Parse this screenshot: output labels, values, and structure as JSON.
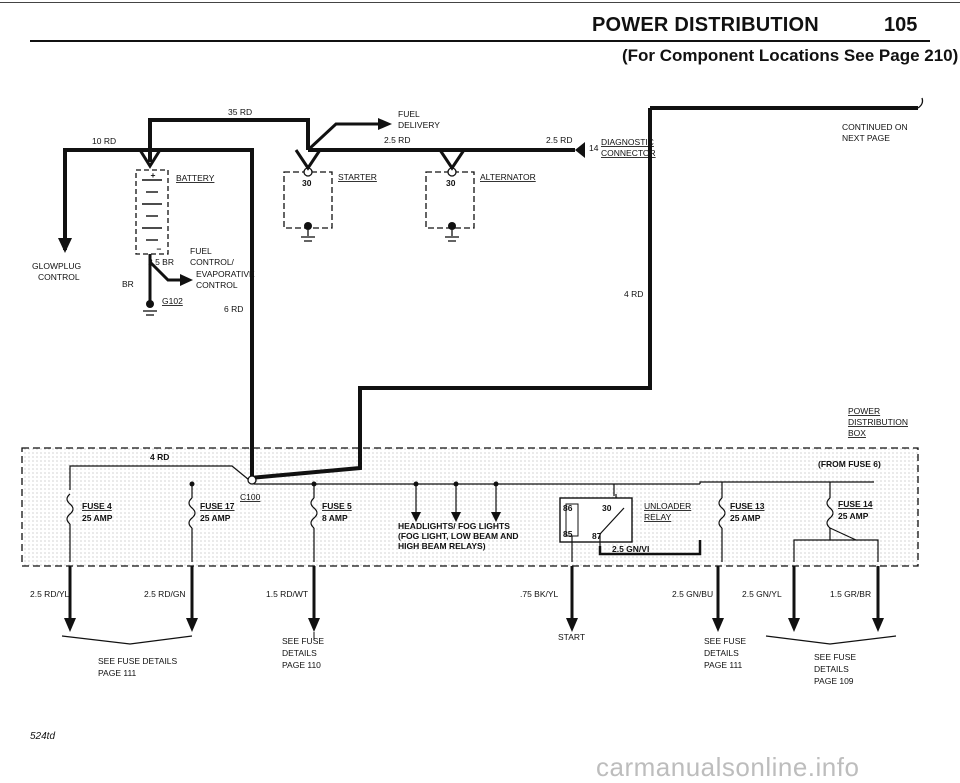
{
  "header": {
    "title": "POWER DISTRIBUTION",
    "page_number": "105",
    "subtitle": "(For Component Locations See Page 210)"
  },
  "labels": {
    "wire_35rd": "35 RD",
    "wire_10rd": "10 RD",
    "fuel_delivery_1": "FUEL",
    "fuel_delivery_2": "DELIVERY",
    "wire_25rd_a": "2.5 RD",
    "wire_25rd_b": "2.5 RD",
    "diag_pin": "14",
    "diag_1": "DIAGNOSTIC",
    "diag_2": "CONNECTOR",
    "continued_1": "CONTINUED ON",
    "continued_2": "NEXT PAGE",
    "battery": "BATTERY",
    "starter": "STARTER",
    "alternator": "ALTERNATOR",
    "pin30_starter": "30",
    "pin30_alt": "30",
    "glowplug_1": "GLOWPLUG",
    "glowplug_2": "CONTROL",
    "wire_25br": "2.5 BR",
    "br": "BR",
    "fuel_ctrl_1": "FUEL",
    "fuel_ctrl_2": "CONTROL/",
    "fuel_ctrl_3": "EVAPORATIVE",
    "fuel_ctrl_4": "CONTROL",
    "g102": "G102",
    "wire_6rd": "6 RD",
    "wire_4rd_right": "4 RD",
    "pdb_1": "POWER",
    "pdb_2": "DISTRIBUTION",
    "pdb_3": "BOX",
    "wire_4rd_box": "4 RD",
    "from_fuse6": "(FROM FUSE 6)",
    "c100": "C100",
    "headlights_1": "HEADLIGHTS/ FOG LIGHTS",
    "headlights_2": "(FOG LIGHT, LOW BEAM AND",
    "headlights_3": "HIGH BEAM RELAYS)",
    "unloader_1": "UNLOADER",
    "unloader_2": "RELAY",
    "relay_86": "86",
    "relay_30": "30",
    "relay_85": "85",
    "relay_87": "87",
    "wire_25gnvi": "2.5 GN/VI"
  },
  "fuses": [
    {
      "name": "FUSE 4",
      "amp": "25 AMP"
    },
    {
      "name": "FUSE 17",
      "amp": "25 AMP"
    },
    {
      "name": "FUSE 5",
      "amp": "8 AMP"
    },
    {
      "name": "FUSE 13",
      "amp": "25 AMP"
    },
    {
      "name": "FUSE 14",
      "amp": "25 AMP"
    }
  ],
  "output_wires": [
    "2.5 RD/YL",
    "2.5 RD/GN",
    "1.5 RD/WT",
    ".75 BK/YL",
    "2.5 GN/BU",
    "2.5 GN/YL",
    "1.5 GR/BR"
  ],
  "bottom_notes": {
    "fuse_details_111_a_1": "SEE FUSE DETAILS",
    "fuse_details_111_a_2": "PAGE 111",
    "fuse_details_110_1": "SEE FUSE",
    "fuse_details_110_2": "DETAILS",
    "fuse_details_110_3": "PAGE 110",
    "start": "START",
    "fuse_details_111_b_1": "SEE FUSE",
    "fuse_details_111_b_2": "DETAILS",
    "fuse_details_111_b_3": "PAGE 111",
    "fuse_details_109_1": "SEE FUSE",
    "fuse_details_109_2": "DETAILS",
    "fuse_details_109_3": "PAGE 109"
  },
  "footer": {
    "doc_id": "524td",
    "watermark": "carmanualsonline.info"
  }
}
